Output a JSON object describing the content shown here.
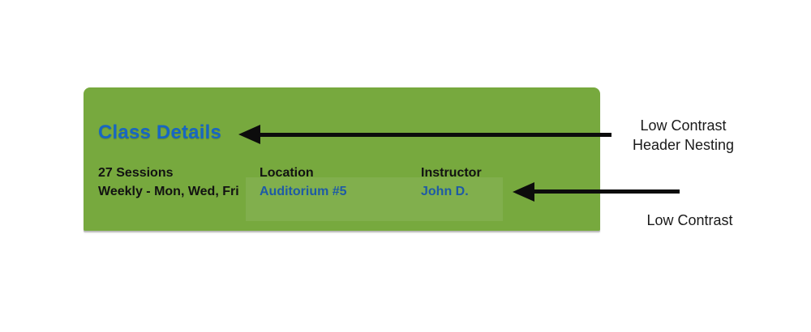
{
  "card": {
    "title": "Class Details",
    "columns": [
      {
        "label": "27 Sessions",
        "value": "Weekly - Mon, Wed, Fri"
      },
      {
        "label": "Location",
        "value": "Auditorium #5"
      },
      {
        "label": "Instructor",
        "value": "John D."
      }
    ],
    "colors": {
      "card_background": "#77a93e",
      "title_blue": "#1766c2",
      "link_blue": "#1e5aa5",
      "label_black": "#121212"
    }
  },
  "annotations": [
    {
      "lines": [
        "Low Contrast",
        "Header Nesting"
      ]
    },
    {
      "lines": [
        "Low Contrast"
      ]
    }
  ],
  "icons": {
    "arrow_left": "solid left-pointing annotation arrow, black"
  }
}
